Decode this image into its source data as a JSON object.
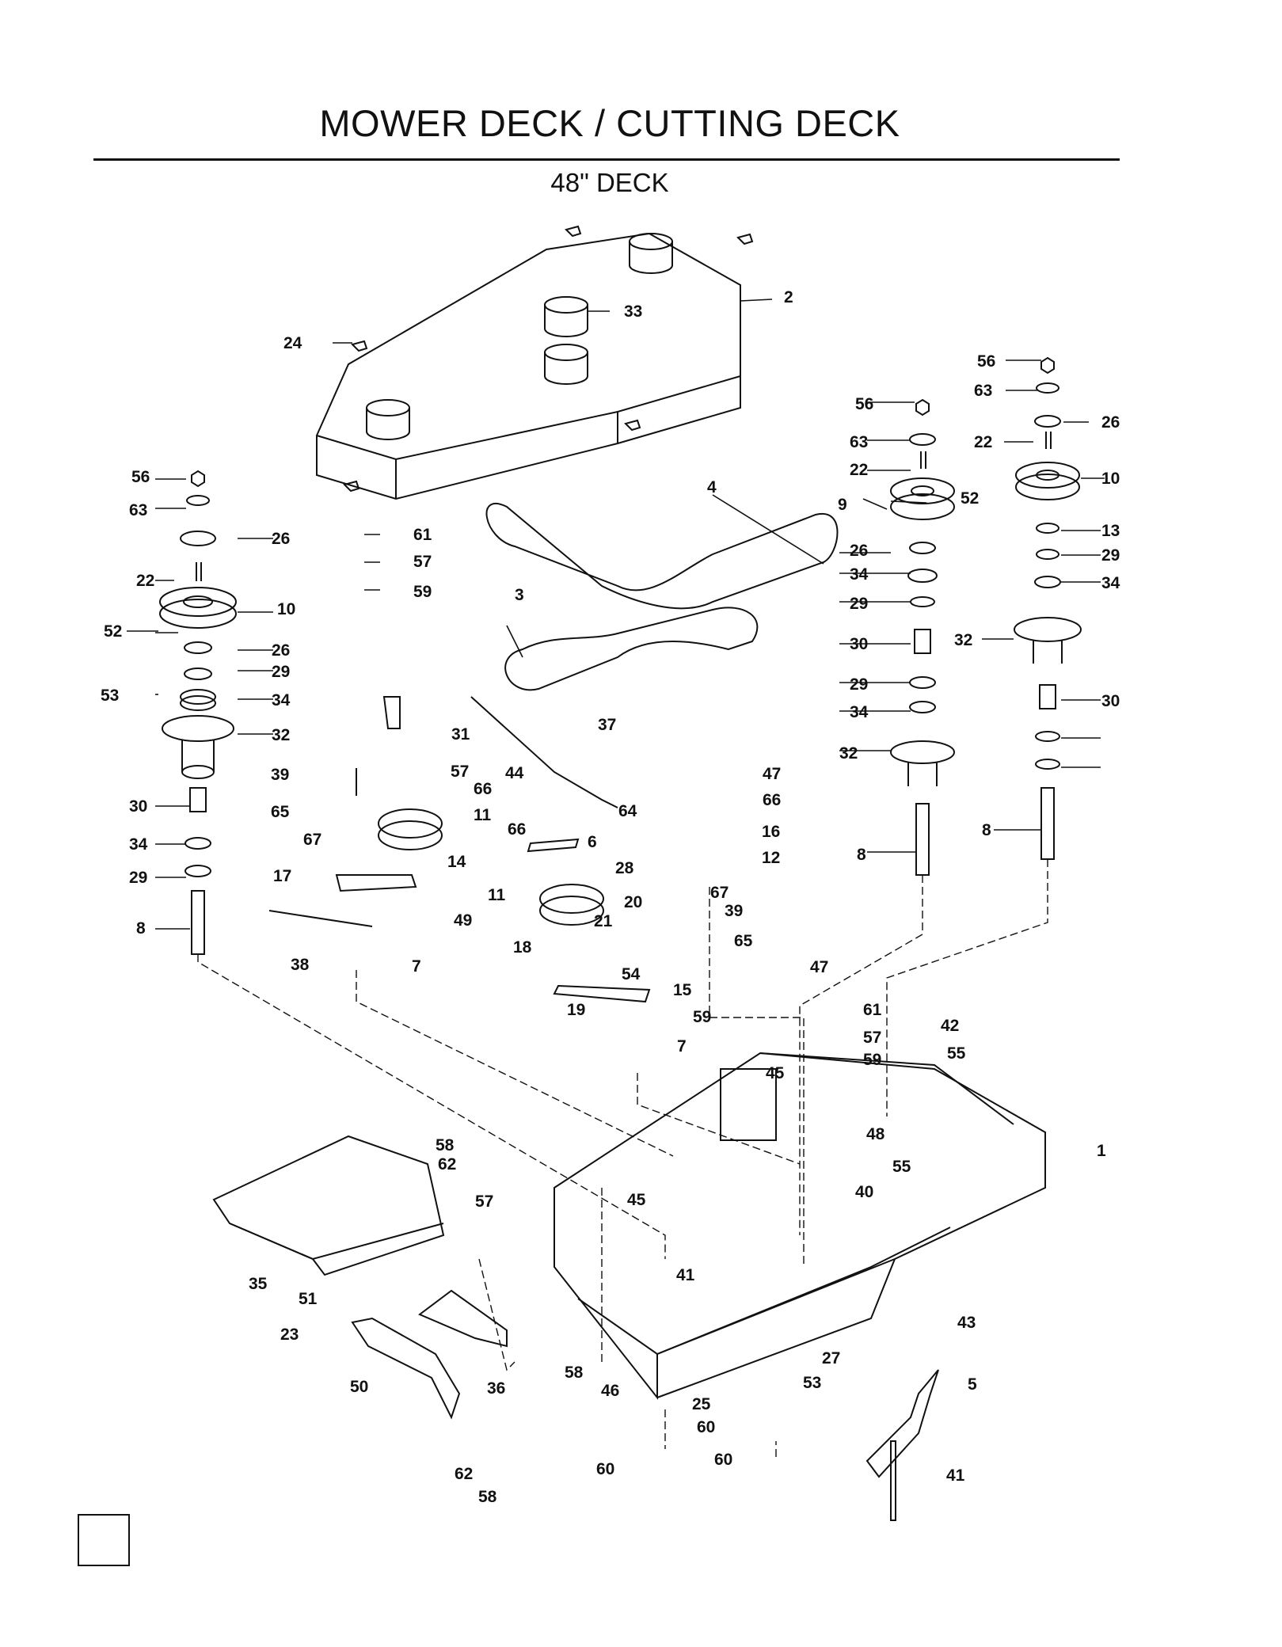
{
  "title": "MOWER DECK / CUTTING DECK",
  "subtitle": "48\" DECK",
  "callouts": [
    "1",
    "2",
    "3",
    "4",
    "5",
    "6",
    "7",
    "7",
    "8",
    "8",
    "8",
    "9",
    "10",
    "10",
    "11",
    "11",
    "12",
    "13",
    "14",
    "15",
    "16",
    "17",
    "18",
    "19",
    "20",
    "21",
    "22",
    "22",
    "22",
    "23",
    "24",
    "25",
    "26",
    "26",
    "26",
    "26",
    "27",
    "28",
    "29",
    "29",
    "29",
    "29",
    "29",
    "30",
    "30",
    "30",
    "31",
    "32",
    "32",
    "32",
    "33",
    "34",
    "34",
    "34",
    "34",
    "34",
    "35",
    "36",
    "37",
    "38",
    "39",
    "39",
    "40",
    "41",
    "41",
    "42",
    "43",
    "44",
    "45",
    "45",
    "46",
    "47",
    "47",
    "48",
    "49",
    "50",
    "51",
    "52",
    "52",
    "53",
    "53",
    "54",
    "55",
    "55",
    "56",
    "56",
    "56",
    "57",
    "57",
    "57",
    "57",
    "58",
    "58",
    "58",
    "59",
    "59",
    "59",
    "60",
    "60",
    "60",
    "61",
    "61",
    "62",
    "62",
    "63",
    "63",
    "63",
    "64",
    "65",
    "65",
    "66",
    "66",
    "66",
    "67",
    "67"
  ]
}
